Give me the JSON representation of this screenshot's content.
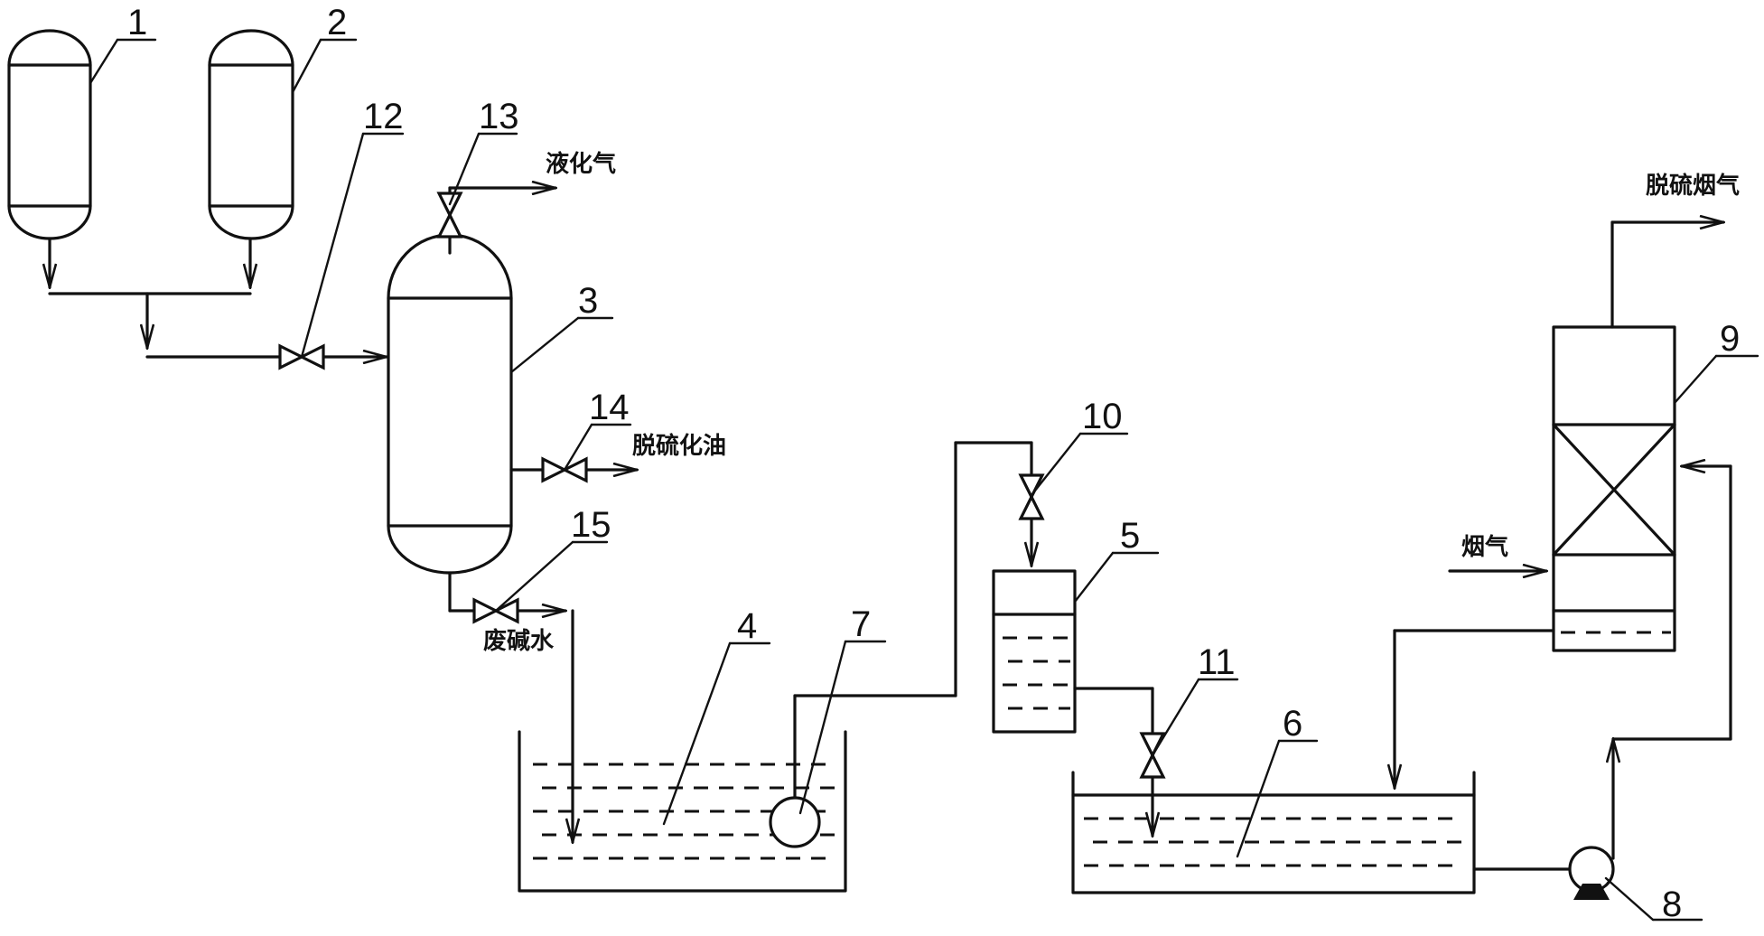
{
  "numbers": [
    "1",
    "2",
    "3",
    "4",
    "5",
    "6",
    "7",
    "8",
    "9",
    "10",
    "11",
    "12",
    "13",
    "14",
    "15"
  ],
  "labels": {
    "top_gas": "液化气",
    "side_oil": "脱硫化油",
    "bottom_water": "废碱水",
    "flue_gas": "烟气",
    "clean_gas": "脱硫烟气"
  }
}
